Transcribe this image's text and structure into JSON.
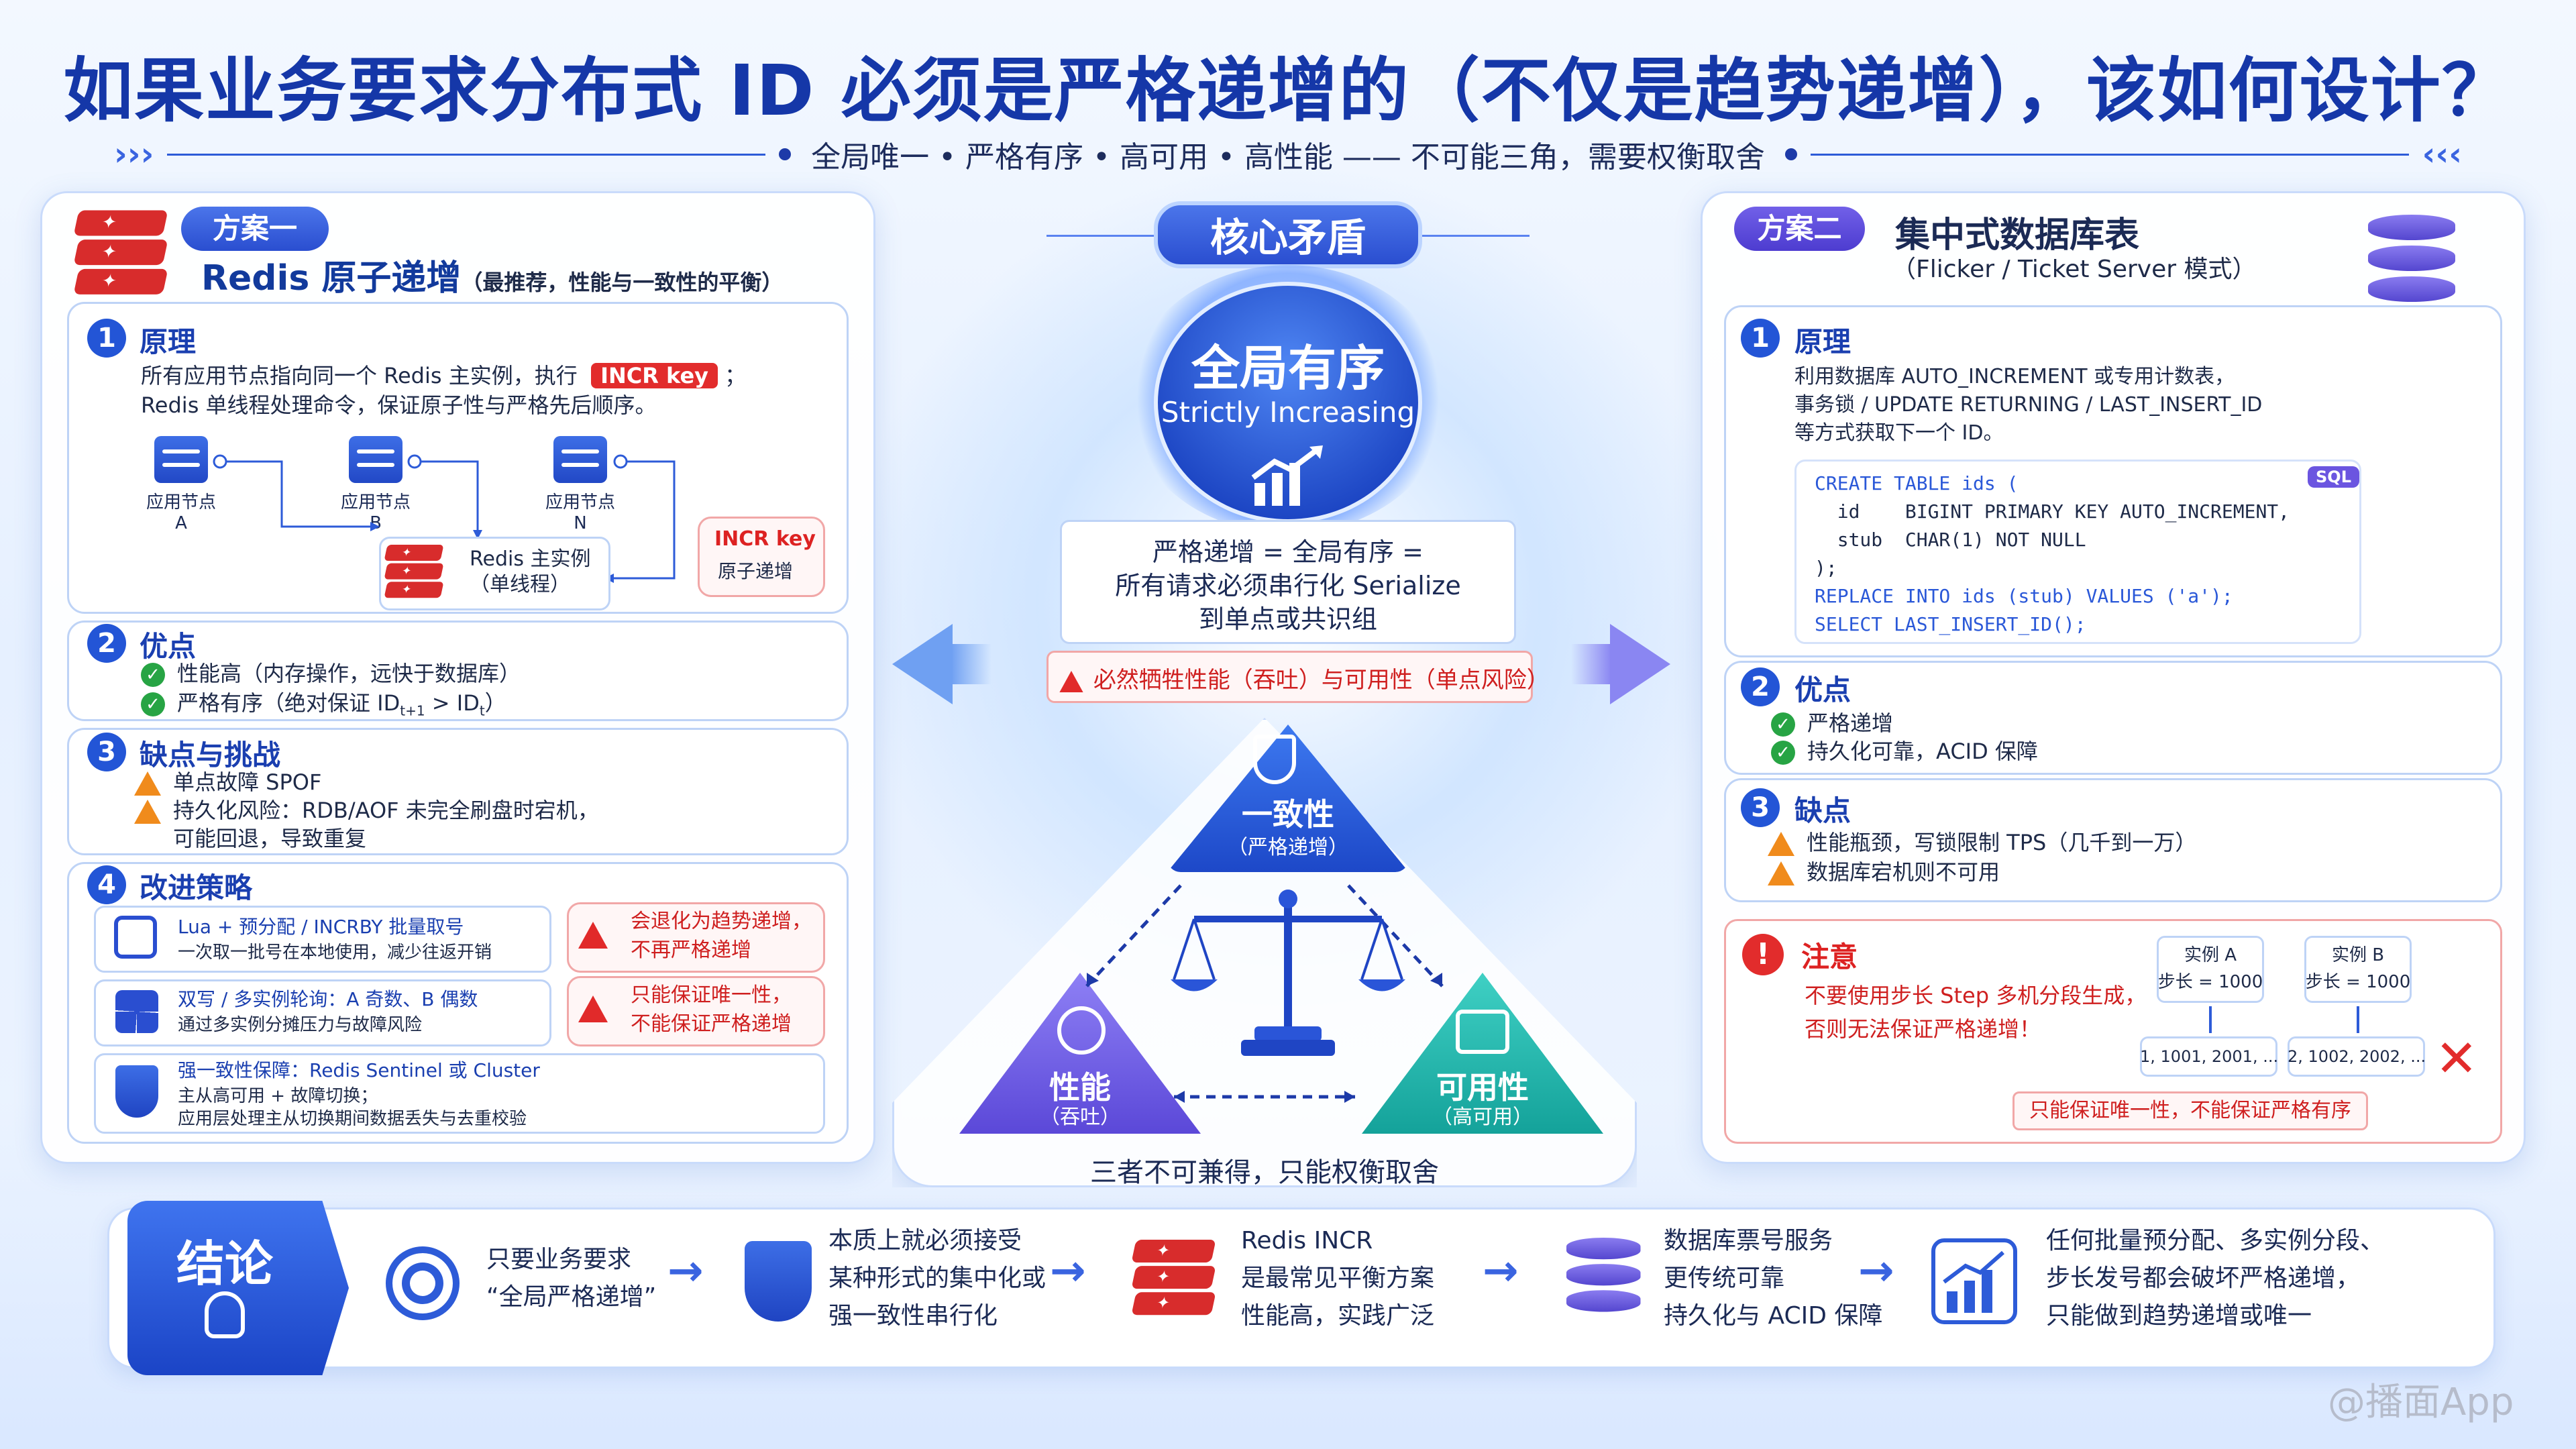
{
  "title": "如果业务要求分布式 ID 必须是严格递增的（不仅是趋势递增），该如何设计？",
  "subtitle": "全局唯一 • 严格有序 • 高可用 • 高性能 —— 不可能三角，需要权衡取舍",
  "left": {
    "tag": "方案一",
    "title": "Redis 原子递增",
    "title_note": "（最推荐，性能与一致性的平衡）",
    "s1": {
      "num": "1",
      "heading": "原理",
      "line1_a": "所有应用节点指向同一个 Redis 主实例，执行",
      "line1_badge": "INCR key",
      "line1_b": "；",
      "line2": "Redis 单线程处理命令，保证原子性与严格先后顺序。",
      "nodes": [
        "应用节点 A",
        "应用节点 B",
        "应用节点 N"
      ],
      "redis_label": "Redis 主实例",
      "redis_sub": "（单线程）",
      "incr_title": "INCR key",
      "incr_sub": "原子递增"
    },
    "s2": {
      "num": "2",
      "heading": "优点",
      "items": [
        "性能高（内存操作，远快于数据库）",
        "严格有序（绝对保证 ID"
      ],
      "sub1": "t+1",
      "mid": " > ID",
      "sub2": "t",
      "end": "）"
    },
    "s3": {
      "num": "3",
      "heading": "缺点与挑战",
      "items": [
        "单点故障 SPOF",
        "持久化风险：RDB/AOF 未完全刷盘时宕机，",
        "可能回退，导致重复"
      ]
    },
    "s4": {
      "num": "4",
      "heading": "改进策略",
      "a_title": "Lua + 预分配 / INCRBY 批量取号",
      "a_desc": "一次取一批号在本地使用，减少往返开销",
      "a_warn1": "会退化为趋势递增，",
      "a_warn2": "不再严格递增",
      "b_title": "双写 / 多实例轮询：A 奇数、B 偶数",
      "b_desc": "通过多实例分摊压力与故障风险",
      "b_warn1": "只能保证唯一性，",
      "b_warn2": "不能保证严格递增",
      "c_title": "强一致性保障：Redis Sentinel 或 Cluster",
      "c_desc1": "主从高可用 + 故障切换；",
      "c_desc2": "应用层处理主从切换期间数据丢失与去重校验"
    }
  },
  "center": {
    "tag": "核心矛盾",
    "core_cn": "全局有序",
    "core_en": "Strictly Increasing",
    "box1": "严格递增 = 全局有序 =",
    "box2": "所有请求必须串行化 Serialize",
    "box3": "到单点或共识组",
    "warning": "必然牺牲性能（吞吐）与可用性（单点风险）",
    "tri_top1": "一致性",
    "tri_top2": "（严格递增）",
    "tri_left1": "性能",
    "tri_left2": "（吞吐）",
    "tri_right1": "可用性",
    "tri_right2": "（高可用）",
    "caption": "三者不可兼得，只能权衡取舍"
  },
  "right": {
    "tag": "方案二",
    "title": "集中式数据库表",
    "subtitle": "（Flicker / Ticket Server 模式）",
    "s1": {
      "num": "1",
      "heading": "原理",
      "lines": [
        "利用数据库 AUTO_INCREMENT 或专用计数表，",
        "事务锁 / UPDATE RETURNING / LAST_INSERT_ID",
        "等方式获取下一个 ID。"
      ],
      "sql_badge": "SQL",
      "code": [
        "CREATE TABLE ids (",
        "  id    BIGINT PRIMARY KEY AUTO_INCREMENT,",
        "  stub  CHAR(1) NOT NULL",
        ");",
        "REPLACE INTO ids (stub) VALUES ('a');",
        "SELECT LAST_INSERT_ID();"
      ]
    },
    "s2": {
      "num": "2",
      "heading": "优点",
      "items": [
        "严格递增",
        "持久化可靠，ACID 保障"
      ]
    },
    "s3": {
      "num": "3",
      "heading": "缺点",
      "items": [
        "性能瓶颈，写锁限制 TPS（几千到一万）",
        "数据库宕机则不可用"
      ]
    },
    "note": {
      "heading": "注意",
      "line1": "不要使用步长 Step 多机分段生成，",
      "line2": "否则无法保证严格递增！",
      "instA1": "实例 A",
      "instA2": "步长 = 1000",
      "instB1": "实例 B",
      "instB2": "步长 = 1000",
      "seqA": "1, 1001, 2001, ...",
      "seqB": "2, 1002, 2002, ...",
      "bottom": "只能保证唯一性，不能保证严格有序"
    }
  },
  "conclusion": {
    "label": "结论",
    "c1": [
      "只要业务要求",
      "“全局严格递增”"
    ],
    "c2": [
      "本质上就必须接受",
      "某种形式的集中化或",
      "强一致性串行化"
    ],
    "c3": [
      "Redis INCR",
      "是最常见平衡方案",
      "性能高，实践广泛"
    ],
    "c4": [
      "数据库票号服务",
      "更传统可靠",
      "持久化与 ACID 保障"
    ],
    "c5": [
      "任何批量预分配、多实例分段、",
      "步长发号都会破坏严格递增，",
      "只能做到趋势递增或唯一"
    ]
  },
  "watermark": "@播面App",
  "colors": {
    "primary": "#2355d6",
    "title": "#1537a8",
    "danger": "#e22c2c",
    "purple": "#5446cf",
    "teal": "#17b8b0"
  }
}
